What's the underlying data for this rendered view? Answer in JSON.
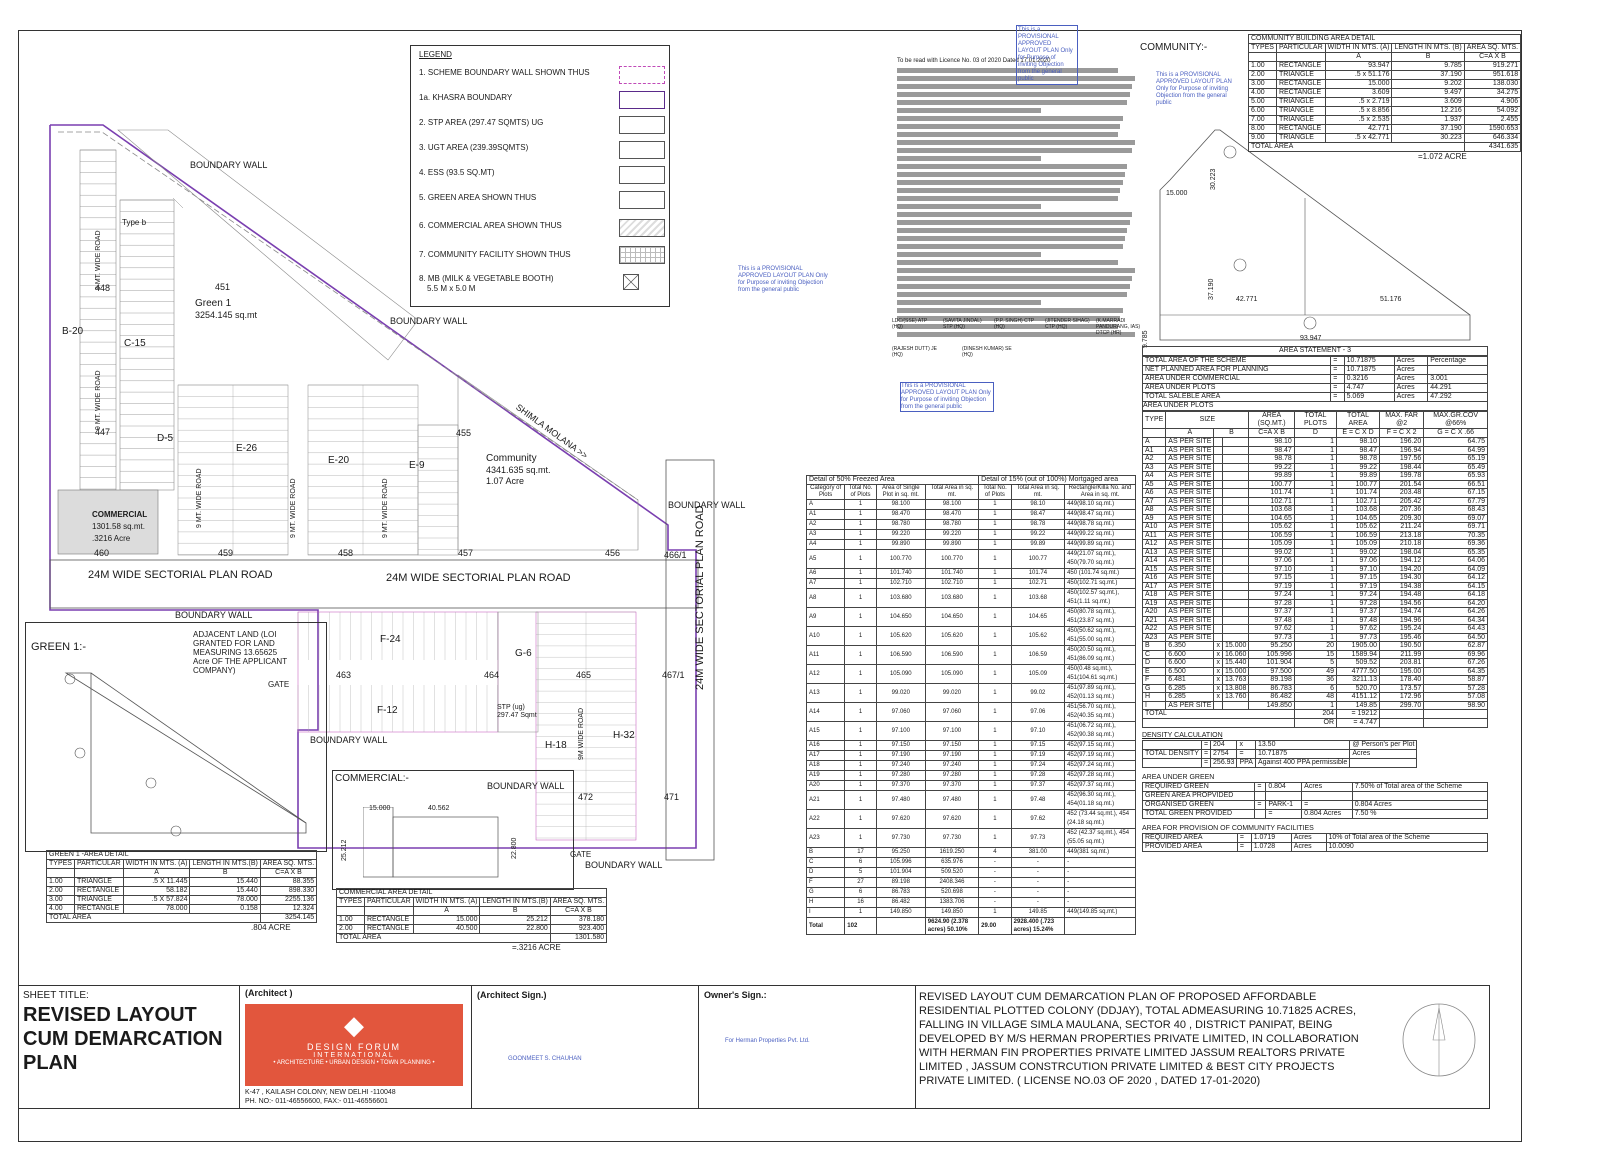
{
  "sheet": {
    "title_label": "SHEET TITLE:",
    "title": [
      "REVISED LAYOUT",
      "CUM DEMARCATION",
      "PLAN"
    ],
    "architect_label": "(Architect )",
    "architect_sign_label": "(Architect  Sign.)",
    "owner_sign_label": "Owner's Sign.:",
    "firm_name": "DESIGN FORUM",
    "firm_name2": "INTERNATIONAL",
    "firm_tagline": "• ARCHITECTURE • URBAN DESIGN • TOWN PLANNING •",
    "firm_address": "K-47 , KAILASH COLONY, NEW DELHI -110048",
    "firm_phone": "PH. NO:- 011-46556600, FAX:- 011-46556601",
    "architect_stamp": "GOONMEET S. CHAUHAN",
    "owner_stamp": "For Herman Properties Pvt. Ltd.",
    "description": "REVISED LAYOUT CUM DEMARCATION PLAN OF PROPOSED AFFORDABLE RESIDENTIAL PLOTTED COLONY (DDJAY), TOTAL ADMEASURING 10.71825 ACRES, FALLING IN VILLAGE SIMLA MAULANA, SECTOR 40    , DISTRICT PANIPAT, BEING DEVELOPED BY M/S HERMAN PROPERTIES PRIVATE LIMITED, IN COLLABORATION WITH HERMAN FIN PROPERTIES PRIVATE LIMITED JASSUM REALTORS PRIVATE LIMITED , JASSUM CONSTRCUTION PRIVATE LIMITED & BEST CITY PROJECTS PRIVATE LIMITED.  ( LICENSE NO.03 OF 2020 , DATED 17-01-2020)"
  },
  "legend": {
    "title": "LEGEND",
    "items": [
      "1. SCHEME BOUNDARY WALL SHOWN THUS",
      "1a. KHASRA  BOUNDARY",
      "2. STP AREA (297.47 SQMTS)  UG",
      "3. UGT AREA (239.39SQMTS)",
      "4. ESS (93.5 SQ.MT)",
      "5. GREEN AREA SHOWN THUS",
      "6. COMMERCIAL AREA SHOWN THUS",
      "7. COMMUNITY FACILITY SHOWN THUS",
      "8. MB (MILK & VEGETABLE BOOTH)"
    ],
    "mb_size": "5.5 M x 5.0 M"
  },
  "plan": {
    "labels": {
      "boundary_wall": "BOUNDARY WALL",
      "green1": "Green 1",
      "green1_area": "3254.145 sq.mt",
      "green1_no": "451",
      "community": "Community",
      "community_area": "4341.635 sq.mt.",
      "community_acre": "1.07 Acre",
      "community_no": "455",
      "commercial": "COMMERCIAL",
      "commercial_area": "1301.58 sq.mt.",
      "commercial_acre": ".3216 Acre",
      "road_24m_1": "24M WIDE SECTORIAL PLAN ROAD",
      "road_24m_2": "24M WIDE SECTORIAL PLAN ROAD",
      "road_24m_vert": "24M WIDE SECTORIAL PLAN ROAD",
      "shimla": "SHIMLA MOLANA >>",
      "road_9m_a": "9 MT. WIDE ROAD",
      "road_9m_b": "9 MT. WIDE ROAD",
      "road_9m_c": "9 MT. WIDE ROAD",
      "road_9m_d": "9 MT. WIDE ROAD",
      "road_9m_e": "9 MT. WIDE ROAD",
      "road_9m_f": "9M WIDE ROAD",
      "adjacent_land": "ADJACENT LAND (LOI GRANTED FOR  LAND MEASURING 13.65625 Acre OF THE APPLICANT COMPANY)",
      "gate": "GATE",
      "stp": "STP (ug)",
      "stp_area": "297.47 Sqmt",
      "blocks": [
        "B-20",
        "C-15",
        "D-5",
        "E-26",
        "E-20",
        "E-9",
        "F-24",
        "G-6",
        "F-12",
        "H-18",
        "H-32",
        "Type b"
      ],
      "khasra_nos": [
        "460",
        "459",
        "458",
        "457",
        "456",
        "466/1",
        "463",
        "464",
        "465",
        "467/1",
        "472",
        "471",
        "447",
        "448"
      ]
    }
  },
  "green1_detail": {
    "heading": "GREEN 1:-",
    "table_title": "GREEN 1 -AREA DETAIL",
    "headers": [
      "TYPES",
      "PARTICULAR",
      "WIDTH IN MTS. (A)",
      "LENGTH IN MTS.(B)",
      "AREA SQ. MTS."
    ],
    "formula": [
      "A",
      "B",
      "C=A X B"
    ],
    "rows": [
      [
        "1.00",
        "TRIANGLE",
        ".5 X 11.445",
        "15.440",
        "88.355"
      ],
      [
        "2.00",
        "RECTANGLE",
        "58.182",
        "15.440",
        "898.330"
      ],
      [
        "3.00",
        "TRIANGLE",
        ".5 X 57.824",
        "78.000",
        "2255.136"
      ],
      [
        "4.00",
        "RECTANGLE",
        "78.000",
        "0.158",
        "12.324"
      ]
    ],
    "total_label": "TOTAL  AREA",
    "total": "3254.145",
    "acre": ".804 ACRE"
  },
  "commercial_detail": {
    "heading": "COMMERCIAL:-",
    "dims": [
      "15.000",
      "40.562",
      "25.212",
      "22.800"
    ],
    "table_title": "COMMERCIAL AREA DETAIL",
    "headers": [
      "TYPES",
      "PARTICULAR",
      "WIDTH IN MTS. (A)",
      "LENGTH IN MTS.(B)",
      "AREA SQ. MTS."
    ],
    "formula": [
      "A",
      "B",
      "C=A X B"
    ],
    "rows": [
      [
        "1.00",
        "RECTANGLE",
        "15.000",
        "25.212",
        "378.180"
      ],
      [
        "2.00",
        "RECTANGLE",
        "40.500",
        "22.800",
        "923.400"
      ]
    ],
    "total_label": "TOTAL  AREA",
    "total": "1301.580",
    "acre": "=.3216 ACRE"
  },
  "community_detail": {
    "heading": "COMMUNITY:-",
    "dims": [
      "15.000",
      "30.223",
      "37.190",
      "42.771",
      "51.176",
      "93.947",
      "9.785"
    ],
    "table_title": "COMMUNITY BUILDING AREA DETAIL",
    "headers": [
      "TYPES",
      "PARTICULAR",
      "WIDTH IN MTS. (A)",
      "LENGTH IN MTS. (B)",
      "AREA SQ. MTS."
    ],
    "formula": [
      "A",
      "B",
      "C=A X B"
    ],
    "rows": [
      [
        "1.00",
        "RECTANGLE",
        "93.947",
        "9.785",
        "919.271"
      ],
      [
        "2.00",
        "TRIANGLE",
        ".5 x 51.176",
        "37.190",
        "951.618"
      ],
      [
        "3.00",
        "RECTANGLE",
        "15.000",
        "9.202",
        "138.030"
      ],
      [
        "4.00",
        "RECTANGLE",
        "3.609",
        "9.497",
        "34.275"
      ],
      [
        "5.00",
        "TRIANGLE",
        ".5 x 2.719",
        "3.609",
        "4.906"
      ],
      [
        "6.00",
        "TRIANGLE",
        ".5 x 8.856",
        "12.216",
        "54.092"
      ],
      [
        "7.00",
        "TRIANGLE",
        ".5 x 2.535",
        "1.937",
        "2.455"
      ],
      [
        "8.00",
        "RECTANGLE",
        "42.771",
        "37.190",
        "1590.653"
      ],
      [
        "9.00",
        "TRIANGLE",
        ".5 x 42.771",
        "30.223",
        "646.334"
      ]
    ],
    "total_label": "TOTAL  AREA",
    "total": "4341.635",
    "acre": "=1.072 ACRE"
  },
  "notes": {
    "heading": "To be read with Licence No. 03 of 2020 Dated 17.01.2020",
    "stamp": "This is a PROVISIONAL APPROVED LAYOUT PLAN Only for Purpose of inviting Objection from the general public",
    "signatories": [
      "LDC/(SSE) ATP (HQ)",
      "(SAVITA JINDAL) STP (HQ)",
      "(P.P. SINGH) CTP (HQ)",
      "(JITENDER SIHAG) CTP (HQ)",
      "(K.MARRADI PANDURANG, IAS) DTCP (HR)"
    ],
    "signatories2": [
      "(RAJESH DUTT) JE (HQ)",
      "(DINESH KUMAR) SE (HQ)"
    ]
  },
  "freezed": {
    "title": "Detail of 50% Freezed Area",
    "mortgaged_title": "Detail of 15% (out of 100%) Mortgaged area",
    "headers": [
      "Category of Plots",
      "Total No. of Plots",
      "Area of Single Plot in sq. mt.",
      "Total Area in sq. mt.",
      "Total No. of Plots",
      "Total Area in sq. mt.",
      "Rectangle/Killa No. and Area in sq. mt."
    ],
    "rows": [
      [
        "A",
        "1",
        "98.100",
        "98.100",
        "1",
        "98.10",
        "449(98.10 sq.mt.)"
      ],
      [
        "A1",
        "1",
        "98.470",
        "98.470",
        "1",
        "98.47",
        "449(98.47 sq.mt.)"
      ],
      [
        "A2",
        "1",
        "98.780",
        "98.780",
        "1",
        "98.78",
        "449(98.78 sq.mt.)"
      ],
      [
        "A3",
        "1",
        "99.220",
        "99.220",
        "1",
        "99.22",
        "449(99.22 sq.mt.)"
      ],
      [
        "A4",
        "1",
        "99.890",
        "99.890",
        "1",
        "99.89",
        "449(99.89 sq.mt.)"
      ],
      [
        "A5",
        "1",
        "100.770",
        "100.770",
        "1",
        "100.77",
        "449(21.07 sq.mt.), 450(79.70 sq.mt.)"
      ],
      [
        "A6",
        "1",
        "101.740",
        "101.740",
        "1",
        "101.74",
        "450 (101.74 sq.mt.)"
      ],
      [
        "A7",
        "1",
        "102.710",
        "102.710",
        "1",
        "102.71",
        "450(102.71 sq.mt.)"
      ],
      [
        "A8",
        "1",
        "103.680",
        "103.680",
        "1",
        "103.68",
        "450(102.57 sq.mt.), 451(1.11 sq.mt.)"
      ],
      [
        "A9",
        "1",
        "104.650",
        "104.650",
        "1",
        "104.65",
        "450(80.78 sq.mt.), 451(23.87 sq.mt.)"
      ],
      [
        "A10",
        "1",
        "105.620",
        "105.620",
        "1",
        "105.62",
        "450(50.62 sq.mt.), 451(55.00 sq.mt.)"
      ],
      [
        "A11",
        "1",
        "106.590",
        "106.590",
        "1",
        "106.59",
        "450(20.50 sq.mt.), 451(86.09 sq.mt.)"
      ],
      [
        "A12",
        "1",
        "105.090",
        "105.090",
        "1",
        "105.09",
        "450(0.48 sq.mt.), 451(104.61 sq.mt.)"
      ],
      [
        "A13",
        "1",
        "99.020",
        "99.020",
        "1",
        "99.02",
        "451(97.89 sq.mt.), 452(01.13 sq.mt.)"
      ],
      [
        "A14",
        "1",
        "97.060",
        "97.060",
        "1",
        "97.06",
        "451(56.70 sq.mt.), 452(40.35 sq.mt.)"
      ],
      [
        "A15",
        "1",
        "97.100",
        "97.100",
        "1",
        "97.10",
        "451(06.72 sq.mt.), 452(90.38 sq.mt.)"
      ],
      [
        "A16",
        "1",
        "97.150",
        "97.150",
        "1",
        "97.15",
        "452(97.15 sq.mt.)"
      ],
      [
        "A17",
        "1",
        "97.190",
        "97.190",
        "1",
        "97.19",
        "452(97.19 sq.mt.)"
      ],
      [
        "A18",
        "1",
        "97.240",
        "97.240",
        "1",
        "97.24",
        "452(97.24 sq.mt.)"
      ],
      [
        "A19",
        "1",
        "97.280",
        "97.280",
        "1",
        "97.28",
        "452(97.28 sq.mt.)"
      ],
      [
        "A20",
        "1",
        "97.370",
        "97.370",
        "1",
        "97.37",
        "452(97.37 sq.mt.)"
      ],
      [
        "A21",
        "1",
        "97.480",
        "97.480",
        "1",
        "97.48",
        "452(96.30 sq.mt.), 454(01.18 sq.mt.)"
      ],
      [
        "A22",
        "1",
        "97.620",
        "97.620",
        "1",
        "97.62",
        "452 (73.44 sq.mt.), 454 (24.18 sq.mt.)"
      ],
      [
        "A23",
        "1",
        "97.730",
        "97.730",
        "1",
        "97.73",
        "452 (42.37 sq.mt.), 454 (55.05 sq.mt.)"
      ],
      [
        "B",
        "17",
        "95.250",
        "1619.250",
        "4",
        "381.00",
        "449(381 sq.mt.)"
      ],
      [
        "C",
        "6",
        "105.996",
        "635.976",
        "-",
        "-",
        "-"
      ],
      [
        "D",
        "5",
        "101.904",
        "509.520",
        "-",
        "-",
        "-"
      ],
      [
        "F",
        "27",
        "89.198",
        "2408.346",
        "-",
        "-",
        "-"
      ],
      [
        "G",
        "6",
        "86.783",
        "520.698",
        "-",
        "-",
        "-"
      ],
      [
        "H",
        "16",
        "86.482",
        "1383.706",
        "-",
        "-",
        "-"
      ],
      [
        "I",
        "1",
        "149.850",
        "149.850",
        "1",
        "149.85",
        "449(149.85 sq.mt.)"
      ]
    ],
    "total": [
      "Total",
      "102",
      "",
      "9624.90 (2.378 acres) 50.10%",
      "29.00",
      "2928.400 (.723 acres) 15.24%",
      ""
    ]
  },
  "area_statement": {
    "title": "AREA STATEMENT - 3",
    "summary": [
      [
        "TOTAL AREA OF THE SCHEME",
        "=",
        "10.71875",
        "Acres",
        "Percentage"
      ],
      [
        "NET PLANNED AREA FOR PLANNING",
        "=",
        "10.71875",
        "Acres",
        ""
      ],
      [
        "AREA UNDER COMMERCIAL",
        "=",
        "0.3216",
        "Acres",
        "3.001"
      ],
      [
        "AREA UNDER PLOTS",
        "=",
        "4.747",
        "Acres",
        "44.291"
      ],
      [
        "TOTAL SALEBLE AREA",
        "=",
        "5.069",
        "Acres",
        "47.292"
      ]
    ],
    "plots_heading": "AREA UNDER PLOTS",
    "headers": [
      "TYPE",
      "SIZE",
      "AREA (SQ.MT.)",
      "TOTAL PLOTS",
      "TOTAL AREA",
      "MAX. FAR @2",
      "MAX.GR.COV @66%"
    ],
    "subheaders": [
      "A",
      "B",
      "C=A X B",
      "D",
      "E = C X D",
      "F = C X 2",
      "G = C X .66"
    ],
    "rows": [
      [
        "A",
        "AS PER SITE",
        "",
        "",
        "98.10",
        "1",
        "98.10",
        "196.20",
        "64.75"
      ],
      [
        "A1",
        "AS PER SITE",
        "",
        "",
        "98.47",
        "1",
        "98.47",
        "196.94",
        "64.99"
      ],
      [
        "A2",
        "AS PER SITE",
        "",
        "",
        "98.78",
        "1",
        "98.78",
        "197.56",
        "65.19"
      ],
      [
        "A3",
        "AS PER SITE",
        "",
        "",
        "99.22",
        "1",
        "99.22",
        "198.44",
        "65.49"
      ],
      [
        "A4",
        "AS PER SITE",
        "",
        "",
        "99.89",
        "1",
        "99.89",
        "199.78",
        "65.93"
      ],
      [
        "A5",
        "AS PER SITE",
        "",
        "",
        "100.77",
        "1",
        "100.77",
        "201.54",
        "66.51"
      ],
      [
        "A6",
        "AS PER SITE",
        "",
        "",
        "101.74",
        "1",
        "101.74",
        "203.48",
        "67.15"
      ],
      [
        "A7",
        "AS PER SITE",
        "",
        "",
        "102.71",
        "1",
        "102.71",
        "205.42",
        "67.79"
      ],
      [
        "A8",
        "AS PER SITE",
        "",
        "",
        "103.68",
        "1",
        "103.68",
        "207.36",
        "68.43"
      ],
      [
        "A9",
        "AS PER SITE",
        "",
        "",
        "104.65",
        "1",
        "104.65",
        "209.30",
        "69.07"
      ],
      [
        "A10",
        "AS PER SITE",
        "",
        "",
        "105.62",
        "1",
        "105.62",
        "211.24",
        "69.71"
      ],
      [
        "A11",
        "AS PER SITE",
        "",
        "",
        "106.59",
        "1",
        "106.59",
        "213.18",
        "70.35"
      ],
      [
        "A12",
        "AS PER SITE",
        "",
        "",
        "105.09",
        "1",
        "105.09",
        "210.18",
        "69.36"
      ],
      [
        "A13",
        "AS PER SITE",
        "",
        "",
        "99.02",
        "1",
        "99.02",
        "198.04",
        "65.35"
      ],
      [
        "A14",
        "AS PER SITE",
        "",
        "",
        "97.06",
        "1",
        "97.06",
        "194.12",
        "64.06"
      ],
      [
        "A15",
        "AS PER SITE",
        "",
        "",
        "97.10",
        "1",
        "97.10",
        "194.20",
        "64.09"
      ],
      [
        "A16",
        "AS PER SITE",
        "",
        "",
        "97.15",
        "1",
        "97.15",
        "194.30",
        "64.12"
      ],
      [
        "A17",
        "AS PER SITE",
        "",
        "",
        "97.19",
        "1",
        "97.19",
        "194.38",
        "64.15"
      ],
      [
        "A18",
        "AS PER SITE",
        "",
        "",
        "97.24",
        "1",
        "97.24",
        "194.48",
        "64.18"
      ],
      [
        "A19",
        "AS PER SITE",
        "",
        "",
        "97.28",
        "1",
        "97.28",
        "194.56",
        "64.20"
      ],
      [
        "A20",
        "AS PER SITE",
        "",
        "",
        "97.37",
        "1",
        "97.37",
        "194.74",
        "64.26"
      ],
      [
        "A21",
        "AS PER SITE",
        "",
        "",
        "97.48",
        "1",
        "97.48",
        "194.96",
        "64.34"
      ],
      [
        "A22",
        "AS PER SITE",
        "",
        "",
        "97.62",
        "1",
        "97.62",
        "195.24",
        "64.43"
      ],
      [
        "A23",
        "AS PER SITE",
        "",
        "",
        "97.73",
        "1",
        "97.73",
        "195.46",
        "64.50"
      ],
      [
        "B",
        "6.350",
        "x",
        "15.000",
        "95.250",
        "20",
        "1905.00",
        "190.50",
        "62.87"
      ],
      [
        "C",
        "6.600",
        "x",
        "16.060",
        "105.996",
        "15",
        "1589.94",
        "211.99",
        "69.96"
      ],
      [
        "D",
        "6.600",
        "x",
        "15.440",
        "101.904",
        "5",
        "509.52",
        "203.81",
        "67.26"
      ],
      [
        "E",
        "6.500",
        "x",
        "15.000",
        "97.500",
        "49",
        "4777.50",
        "195.00",
        "64.35"
      ],
      [
        "F",
        "6.481",
        "x",
        "13.763",
        "89.198",
        "36",
        "3211.13",
        "178.40",
        "58.87"
      ],
      [
        "G",
        "6.285",
        "x",
        "13.808",
        "86.783",
        "6",
        "520.70",
        "173.57",
        "57.28"
      ],
      [
        "H",
        "6.285",
        "x",
        "13.760",
        "86.482",
        "48",
        "4151.12",
        "172.96",
        "57.08"
      ],
      [
        "I",
        "AS PER SITE",
        "",
        "",
        "149.850",
        "1",
        "149.85",
        "299.70",
        "98.90"
      ]
    ],
    "total": [
      "TOTAL",
      "204",
      "=",
      "19212"
    ],
    "total_or": [
      "OR",
      "=",
      "4.747"
    ],
    "density_title": "DENSITY CALCULATION",
    "density": [
      [
        "",
        "=",
        "204",
        "x",
        "13.50",
        "@ Person's per Plot"
      ],
      [
        "TOTAL DENSITY",
        "=",
        "2754",
        "=",
        "10.71875",
        "Acres"
      ],
      [
        "",
        "=",
        "256.93",
        "PPA",
        "Against 400 PPA permissible",
        ""
      ]
    ],
    "green_title": "AREA UNDER GREEN",
    "green": [
      [
        "REQUIRED GREEN",
        "=",
        "0.804",
        "Acres",
        "7.50% of Total area of the Scheme"
      ],
      [
        "GREEN AREA PROPVIDED",
        "",
        "",
        "",
        ""
      ],
      [
        "ORGANISED GREEN",
        "=",
        "PARK-1",
        "=",
        "0.804 Acres"
      ],
      [
        "TOTAL GREEN PROVIDED",
        "",
        "=",
        "0.804 Acres",
        "7.50 %"
      ]
    ],
    "community_title": "AREA FOR PROVISION OF COMMUNITY FACILITIES",
    "community": [
      [
        "REQUIRED AREA",
        "=",
        "1.0719",
        "Acres",
        "10% of Total area of the Scheme"
      ],
      [
        "PROVIDED AREA",
        "=",
        "1.0728",
        "Acres",
        "10.0090"
      ]
    ]
  },
  "colors": {
    "boundary": "#7a3fb0",
    "khasra": "#5a2a8a",
    "commercial_fill": "#d9d9d9",
    "logo_bg": "#e2563d"
  }
}
